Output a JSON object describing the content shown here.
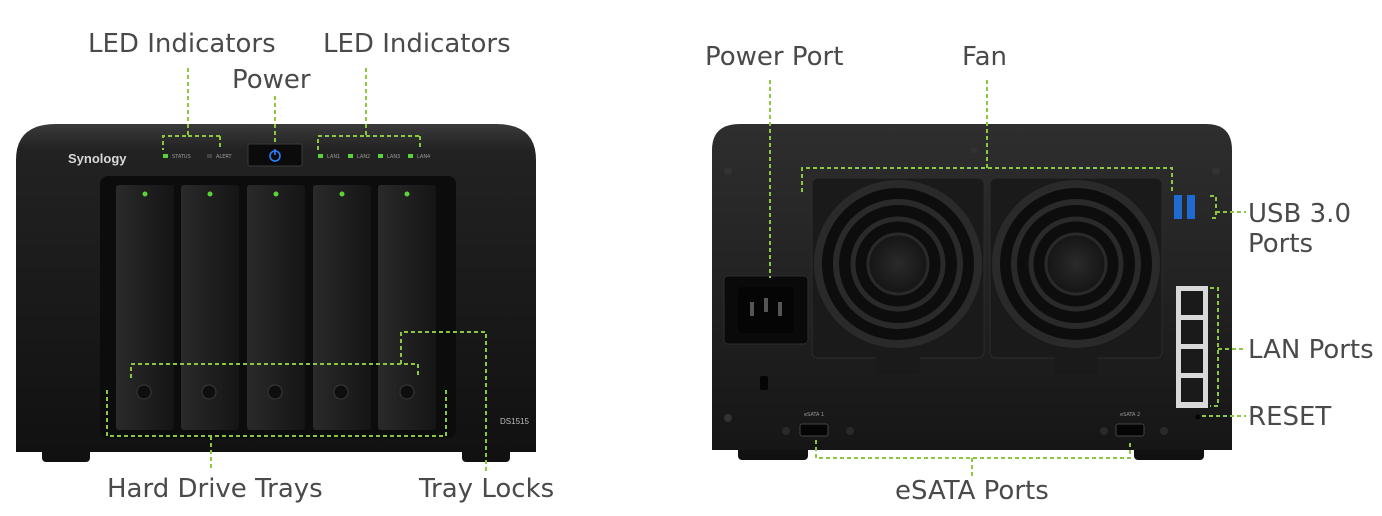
{
  "front": {
    "brand": "Synology",
    "model": "DS1515",
    "status_leds": [
      "STATUS",
      "ALERT"
    ],
    "lan_leds": [
      "LAN1",
      "LAN2",
      "LAN3",
      "LAN4"
    ],
    "labels": {
      "led_left": "LED Indicators",
      "led_right": "LED Indicators",
      "power": "Power",
      "trays": "Hard Drive Trays",
      "locks": "Tray Locks"
    }
  },
  "back": {
    "labels": {
      "power_port": "Power Port",
      "fan": "Fan",
      "usb_line1": "USB 3.0",
      "usb_line2": "Ports",
      "lan": "LAN Ports",
      "reset": "RESET",
      "esata": "eSATA Ports"
    },
    "esata_tags": [
      "eSATA 1",
      "eSATA 2"
    ]
  },
  "colors": {
    "callout": "#8dc63f",
    "chassis": "#1c1c1c",
    "led_green": "#5ad33a",
    "power_blue": "#2a7fff"
  }
}
